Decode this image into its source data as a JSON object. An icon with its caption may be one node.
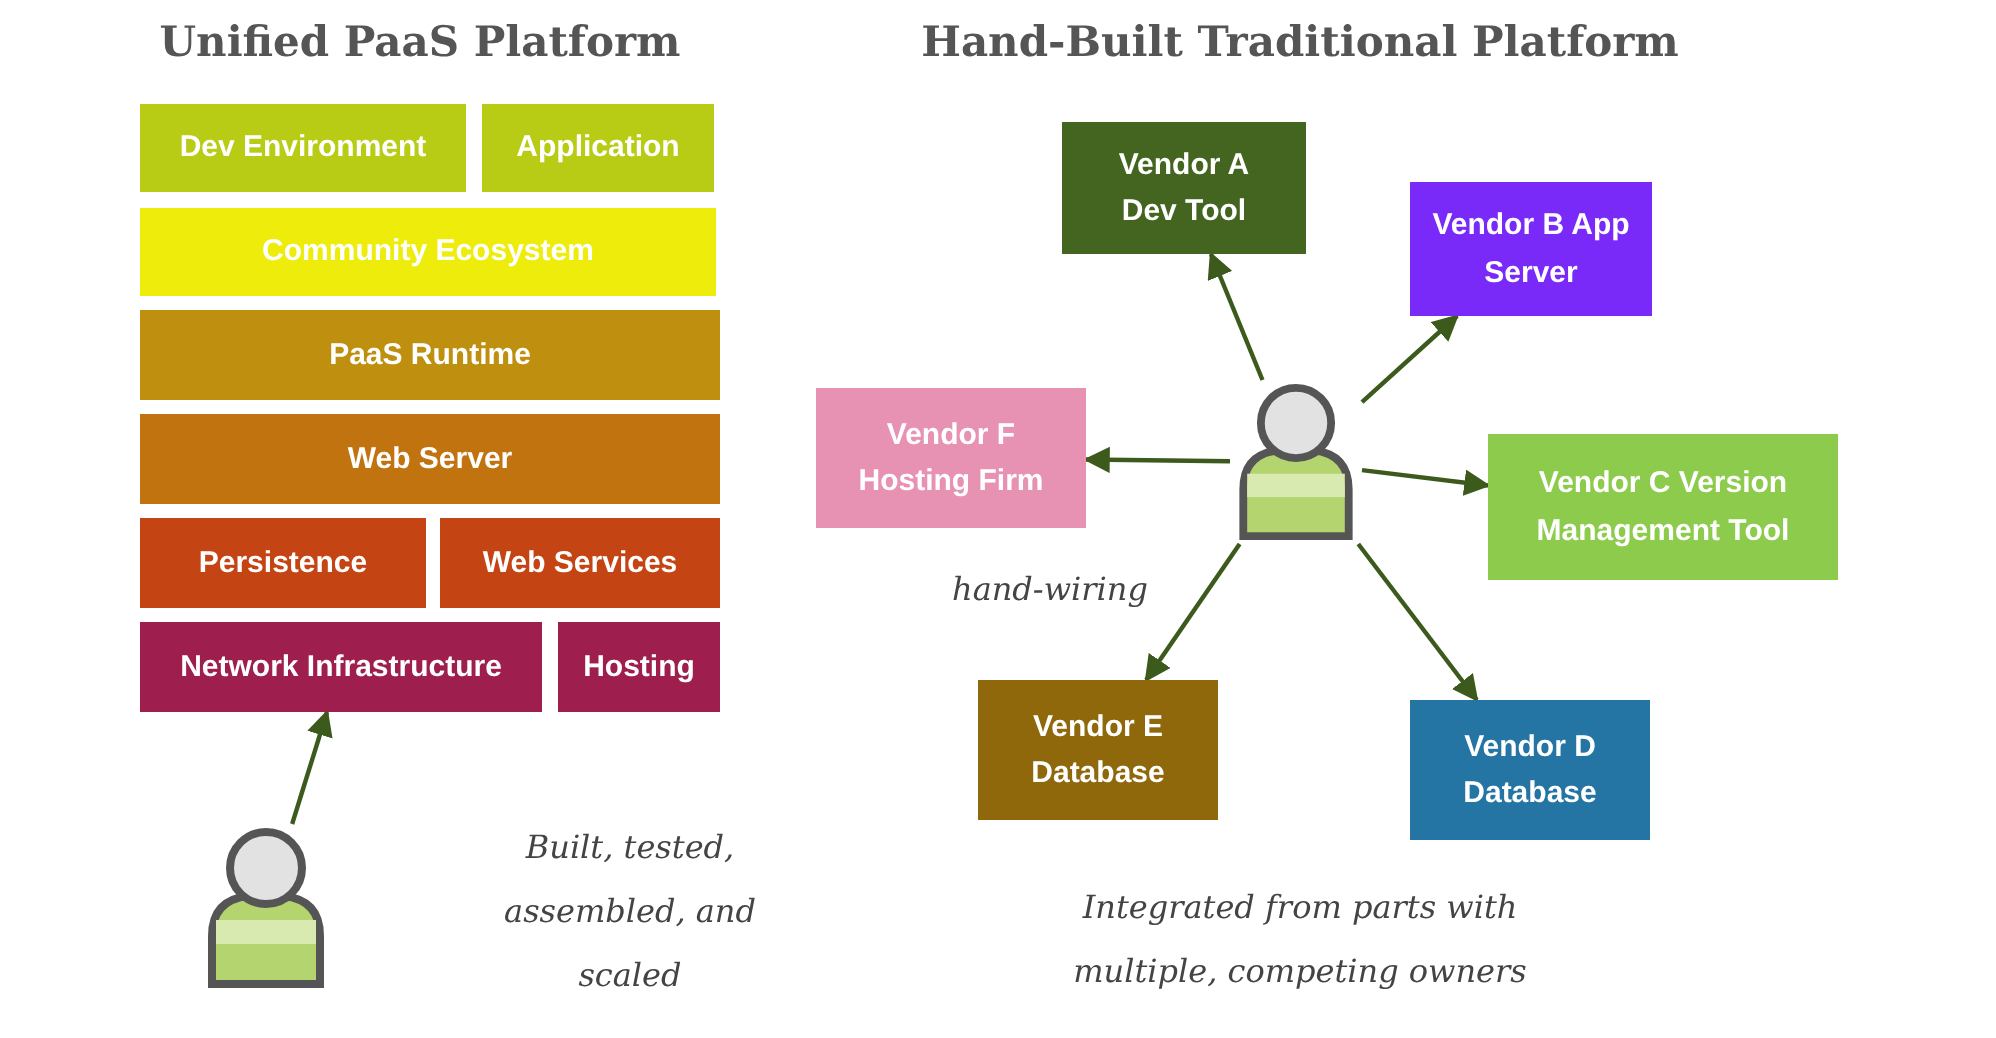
{
  "diagram": {
    "nodes": [
      {
        "text": [
          "Dev Environment"
        ]
      },
      {
        "text": [
          "Application"
        ]
      },
      {
        "text": [
          "Community Ecosystem"
        ]
      },
      {
        "text": [
          "PaaS Runtime"
        ]
      },
      {
        "text": [
          "Web Server"
        ]
      },
      {
        "text": [
          "Persistence"
        ]
      },
      {
        "text": [
          "Web Services"
        ]
      },
      {
        "text": [
          "Network Infrastructure"
        ]
      },
      {
        "text": [
          "Hosting"
        ]
      },
      {
        "text": [],
        "shape": "person"
      },
      {
        "text": [
          "Vendor A Dev Tool"
        ]
      },
      {
        "text": [
          "Vendor B App Server"
        ]
      },
      {
        "text": [
          "Vendor C Version Management Tool"
        ]
      },
      {
        "text": [
          "Vendor D Database"
        ]
      },
      {
        "text": [
          "Vendor E Database"
        ]
      },
      {
        "text": [
          "Vendor F Hosting Firm"
        ]
      },
      {
        "text": [],
        "shape": "person"
      }
    ],
    "edges": [
      {
        "from": 9,
        "to": 7,
        "arrow": "to"
      },
      {
        "from": 16,
        "to": 10,
        "arrow": "to"
      },
      {
        "from": 16,
        "to": 11,
        "arrow": "to"
      },
      {
        "from": 16,
        "to": 12,
        "arrow": "to"
      },
      {
        "from": 16,
        "to": 13,
        "arrow": "to"
      },
      {
        "from": 16,
        "to": 14,
        "arrow": "to"
      },
      {
        "from": 16,
        "to": 15,
        "arrow": "to"
      }
    ],
    "labels": [
      "Unified PaaS Platform",
      "Hand-Built Traditional Platform",
      "hand-wiring",
      "Built, tested, assembled, and scaled",
      "Integrated from parts with multiple, competing owners"
    ]
  }
}
